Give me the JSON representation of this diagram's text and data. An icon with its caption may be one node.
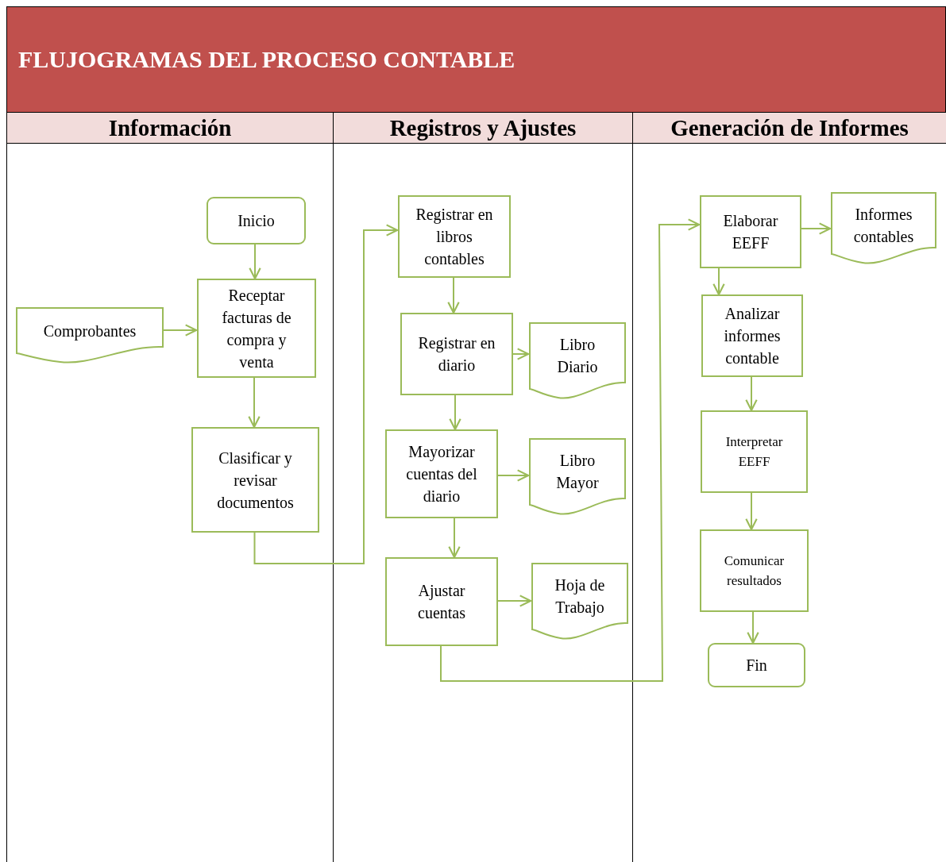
{
  "diagram": {
    "title": "FLUJOGRAMAS DEL PROCESO CONTABLE",
    "nodes": [
      {
        "text": [
          "Información"
        ]
      },
      {
        "text": [
          "Registros y Ajustes"
        ]
      },
      {
        "text": [
          "Generación de Informes"
        ]
      },
      {
        "text": [
          "Inicio"
        ],
        "in": 0
      },
      {
        "text": [
          "Comprobantes"
        ],
        "in": 0
      },
      {
        "text": [
          "Receptar facturas de compra y venta"
        ],
        "in": 0
      },
      {
        "text": [
          "Clasificar y revisar documentos"
        ],
        "in": 0
      },
      {
        "text": [
          "Registrar en libros contables"
        ],
        "in": 1
      },
      {
        "text": [
          "Registrar en diario"
        ],
        "in": 1
      },
      {
        "text": [
          "Libro Diario"
        ],
        "in": 1
      },
      {
        "text": [
          "Mayorizar cuentas del diario"
        ],
        "in": 1
      },
      {
        "text": [
          "Libro Mayor"
        ],
        "in": 1
      },
      {
        "text": [
          "Ajustar cuentas"
        ],
        "in": 1
      },
      {
        "text": [
          "Hoja de Trabajo"
        ],
        "in": 1
      },
      {
        "text": [
          "Elaborar EEFF"
        ],
        "in": 2
      },
      {
        "text": [
          "Informes contables"
        ],
        "in": 2
      },
      {
        "text": [
          "Analizar informes contable"
        ],
        "in": 2
      },
      {
        "text": [
          "Interpretar EEFF"
        ],
        "in": 2
      },
      {
        "text": [
          "Comunicar resultados"
        ],
        "in": 2
      },
      {
        "text": [
          "Fin"
        ],
        "in": 2
      }
    ],
    "edges": [
      {
        "from": 3,
        "to": 5,
        "arrow": "to"
      },
      {
        "from": 4,
        "to": 5,
        "arrow": "to"
      },
      {
        "from": 5,
        "to": 6,
        "arrow": "to"
      },
      {
        "from": 6,
        "to": 7,
        "arrow": "to"
      },
      {
        "from": 7,
        "to": 8,
        "arrow": "to"
      },
      {
        "from": 8,
        "to": 9,
        "arrow": "to"
      },
      {
        "from": 8,
        "to": 10,
        "arrow": "to"
      },
      {
        "from": 10,
        "to": 11,
        "arrow": "to"
      },
      {
        "from": 10,
        "to": 12,
        "arrow": "to"
      },
      {
        "from": 12,
        "to": 13,
        "arrow": "to"
      },
      {
        "from": 12,
        "to": 14,
        "arrow": "to"
      },
      {
        "from": 14,
        "to": 15,
        "arrow": "to"
      },
      {
        "from": 14,
        "to": 16,
        "arrow": "to"
      },
      {
        "from": 16,
        "to": 17,
        "arrow": "to"
      },
      {
        "from": 17,
        "to": 18,
        "arrow": "to"
      },
      {
        "from": 18,
        "to": 19,
        "arrow": "to"
      }
    ]
  }
}
